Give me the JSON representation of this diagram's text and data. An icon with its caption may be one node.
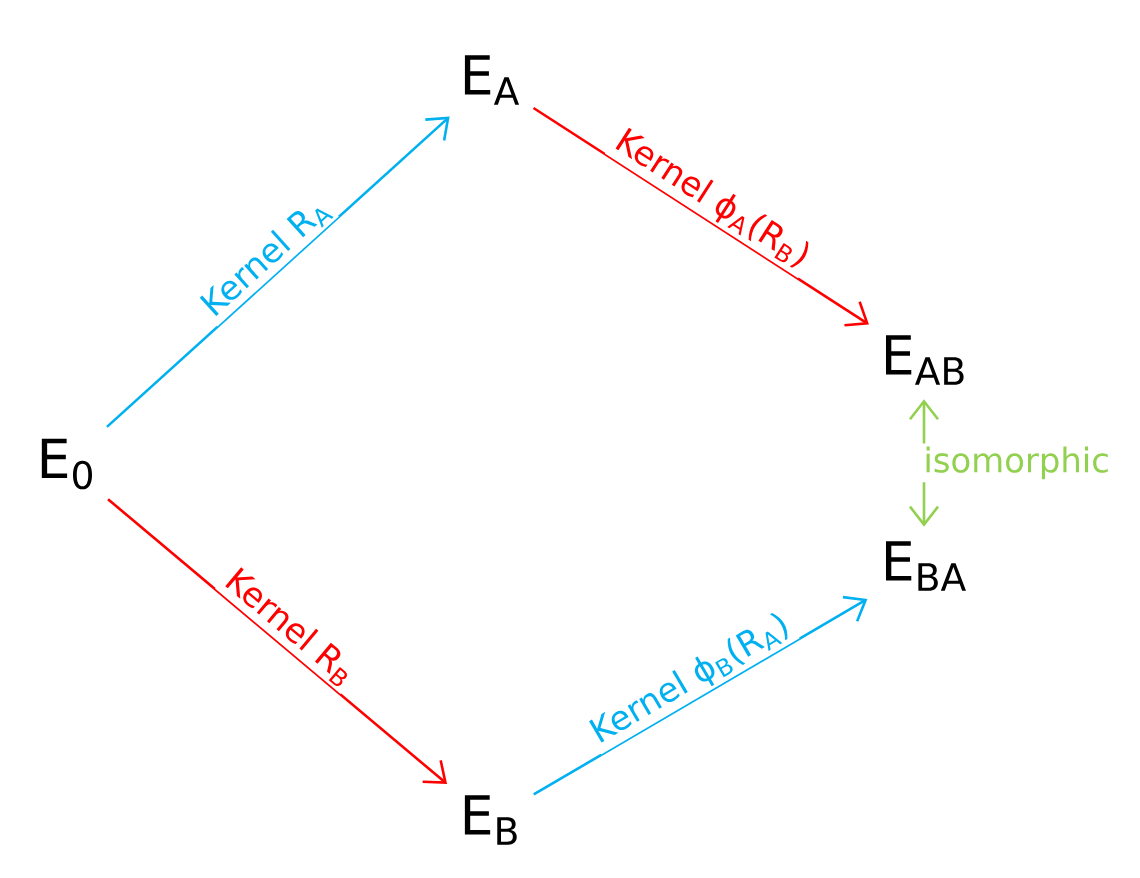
{
  "diagram": {
    "nodes": [
      {
        "text": [
          "E$_{0}$"
        ]
      },
      {
        "text": [
          "E$_{A}$"
        ]
      },
      {
        "text": [
          "E$_{B}$"
        ]
      },
      {
        "text": [
          "E$_{AB}$"
        ]
      },
      {
        "text": [
          "E$_{BA}$"
        ]
      }
    ],
    "edges": [
      {
        "from": 0,
        "to": 1,
        "arrow": "to",
        "label": "Kernel R$_{A}$",
        "color": "#00b0f0"
      },
      {
        "from": 1,
        "to": 3,
        "arrow": "to",
        "label": "Kernel ϕ$_{A}$(R$_{B}$)",
        "color": "#ff0000"
      },
      {
        "from": 0,
        "to": 2,
        "arrow": "to",
        "label": "Kernel R$_{B}$",
        "color": "#ff0000"
      },
      {
        "from": 2,
        "to": 4,
        "arrow": "to",
        "label": "Kernel ϕ$_{B}$(R$_{A}$)",
        "color": "#00b0f0"
      },
      {
        "from": 3,
        "to": 4,
        "arrow": "both",
        "label": "isomorphic",
        "color": "#92d050"
      }
    ]
  }
}
